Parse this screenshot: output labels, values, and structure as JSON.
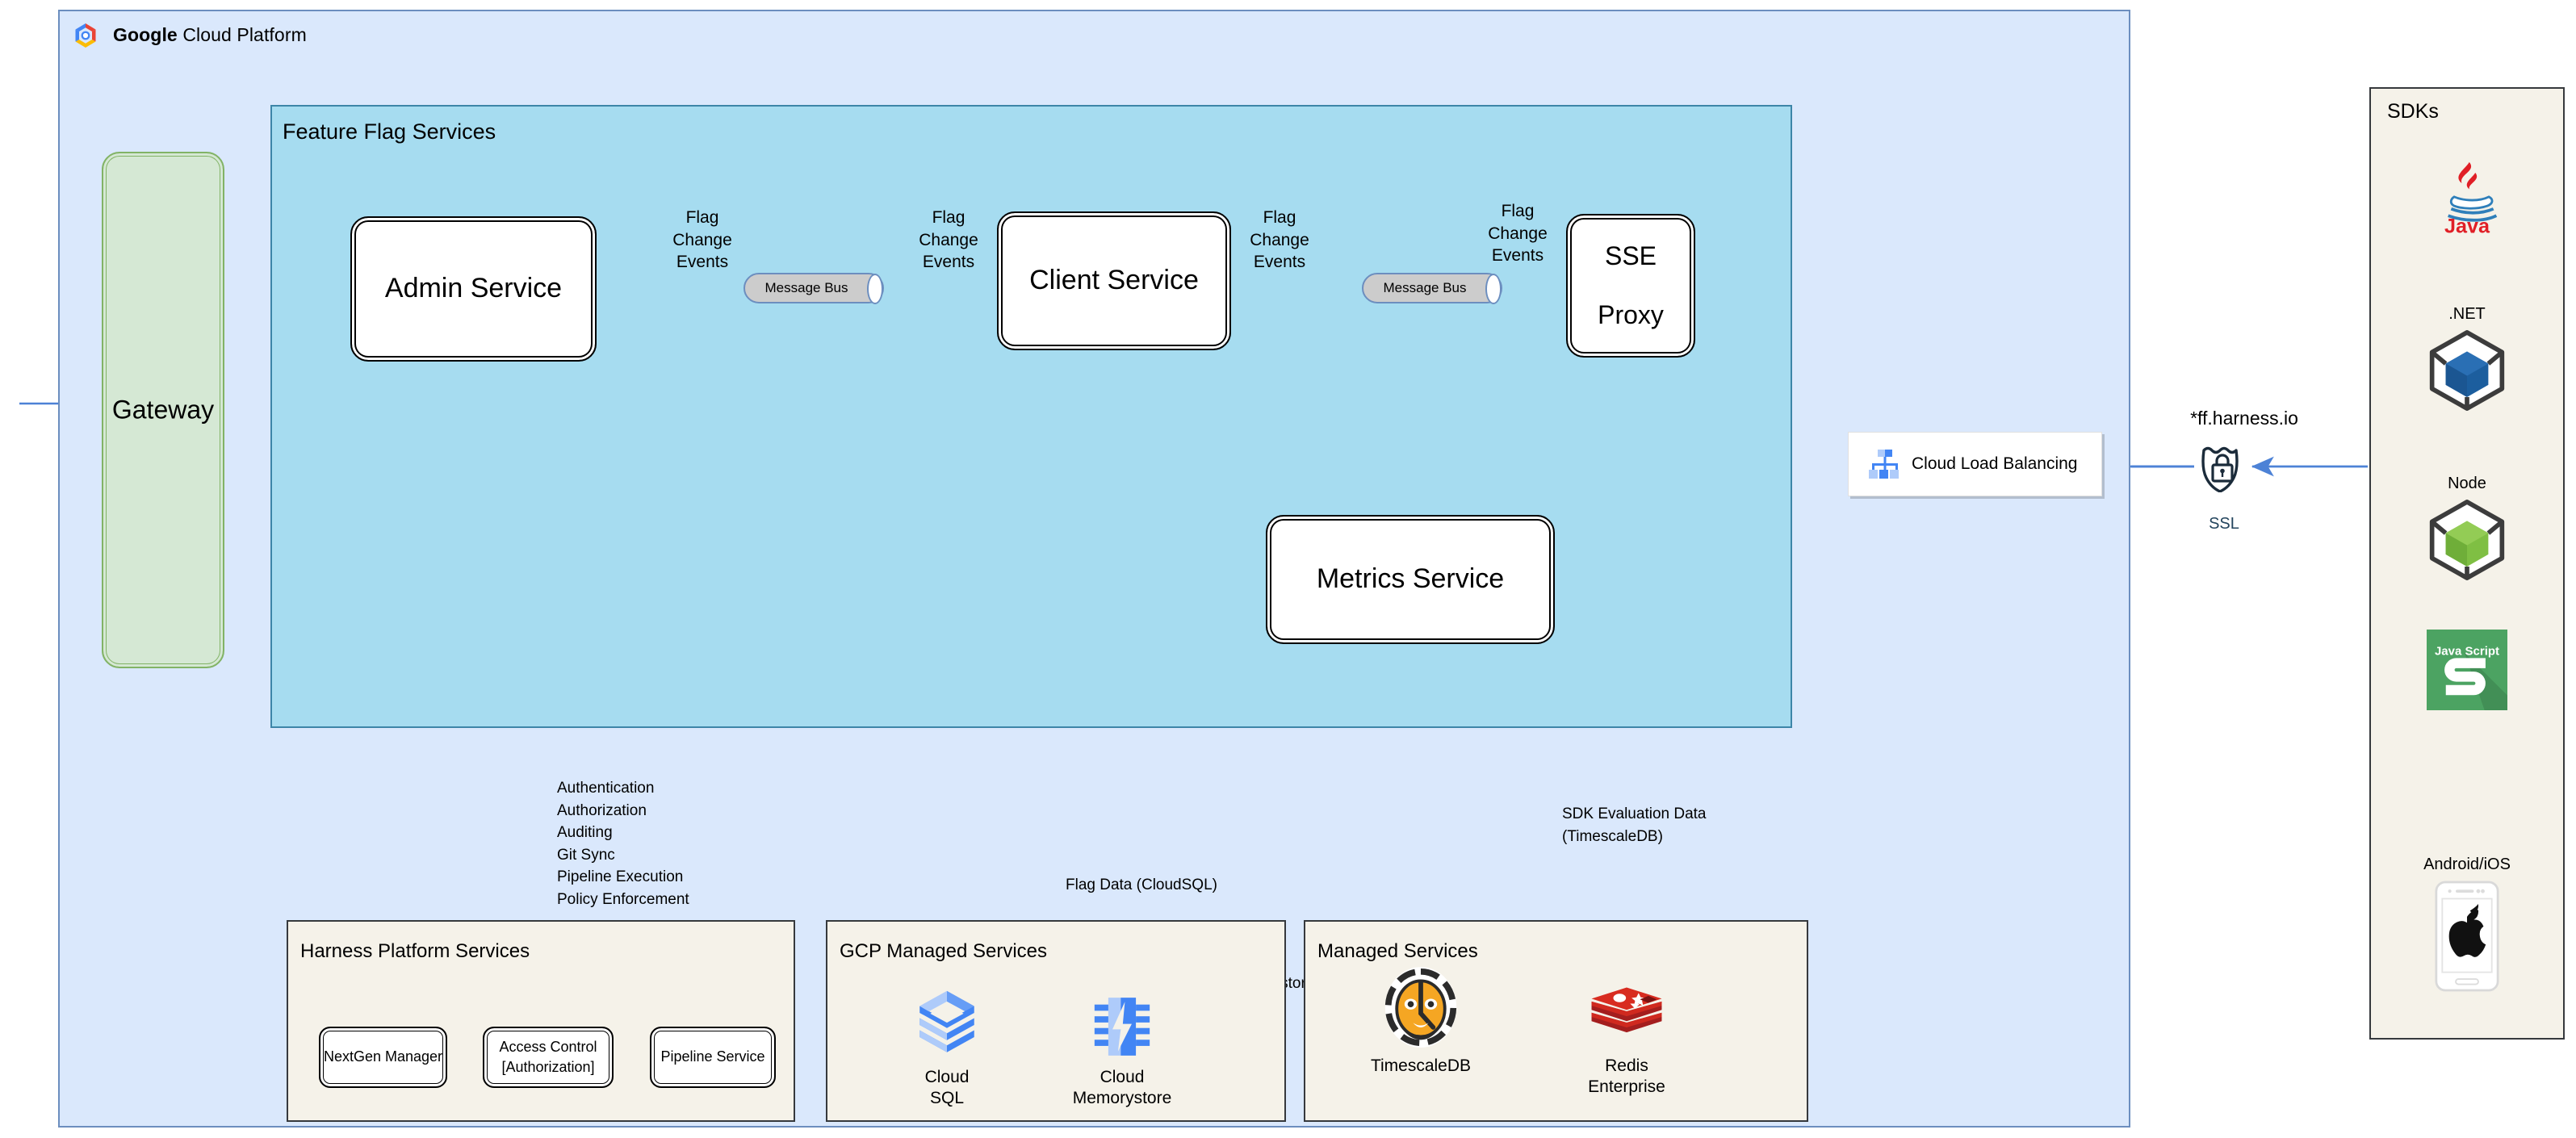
{
  "header": {
    "brand_bold": "Google",
    "brand_rest": " Cloud Platform",
    "logo_icon": "google-cloud-logo"
  },
  "colors": {
    "gcp_fill": "#dae8fc",
    "gcp_stroke": "#6c8ebf",
    "ffs_fill": "#a6dcf0",
    "ffs_stroke": "#3d85a8",
    "gateway_fill": "#d5e8d4",
    "gateway_stroke": "#82b366",
    "panel_fill": "#f5f2e9",
    "panel_stroke": "#36393d",
    "arrow_blue": "#4d82d6",
    "arrow_black": "#000000",
    "msgbus_fill": "#cccccc"
  },
  "zones": {
    "feature_flag_services": "Feature Flag Services",
    "sdks": "SDKs",
    "harness_platform_services": "Harness Platform Services",
    "gcp_managed_services": "GCP Managed Services",
    "managed_services": "Managed Services"
  },
  "nodes": {
    "gateway": "Gateway",
    "admin_service": "Admin Service",
    "client_service": "Client Service",
    "sse_proxy_line1": "SSE",
    "sse_proxy_line2": "Proxy",
    "metrics_service": "Metrics Service",
    "message_bus": "Message Bus",
    "cloud_load_balancing": "Cloud Load Balancing"
  },
  "edge_labels": {
    "flag_change_events_l1": "Flag",
    "flag_change_events_l2": "Change",
    "flag_change_events_l3": "Events"
  },
  "ssl": {
    "domain": "*ff.harness.io",
    "caption": "SSL",
    "icon": "shield-lock-icon"
  },
  "annotations": {
    "harness_platform": "Authentication\nAuthorization\nAuditing\nGit Sync\nPipeline Execution\nPolicy Enforcement",
    "gcp_data_line1": "Flag Data (CloudSQL)",
    "gcp_data_line2": "Evaluation data (Cloud Memorystore)",
    "sdk_data": "SDK Evaluation Data\n(TimescaleDB)"
  },
  "harness_services": [
    {
      "label": "NextGen Manager"
    },
    {
      "label": "Access Control\n[Authorization]"
    },
    {
      "label": "Pipeline Service"
    }
  ],
  "gcp_services": [
    {
      "label": "Cloud\nSQL",
      "icon": "cloud-sql-icon"
    },
    {
      "label": "Cloud\nMemorystore",
      "icon": "cloud-memorystore-icon"
    }
  ],
  "managed_services": [
    {
      "label": "TimescaleDB",
      "icon": "timescaledb-tiger-icon"
    },
    {
      "label": "Redis\nEnterprise",
      "icon": "redis-stack-icon"
    }
  ],
  "sdks": [
    {
      "caption": "",
      "name": "Java",
      "icon": "java-logo-icon"
    },
    {
      "caption": ".NET",
      "name": ".NET",
      "icon": "dotnet-cube-icon"
    },
    {
      "caption": "Node",
      "name": "Node",
      "icon": "node-cube-icon"
    },
    {
      "caption": "",
      "name": "JavaScript",
      "icon": "javascript-tile-icon"
    },
    {
      "caption": "Android/iOS",
      "name": "Android/iOS",
      "icon": "mobile-apple-icon"
    }
  ]
}
